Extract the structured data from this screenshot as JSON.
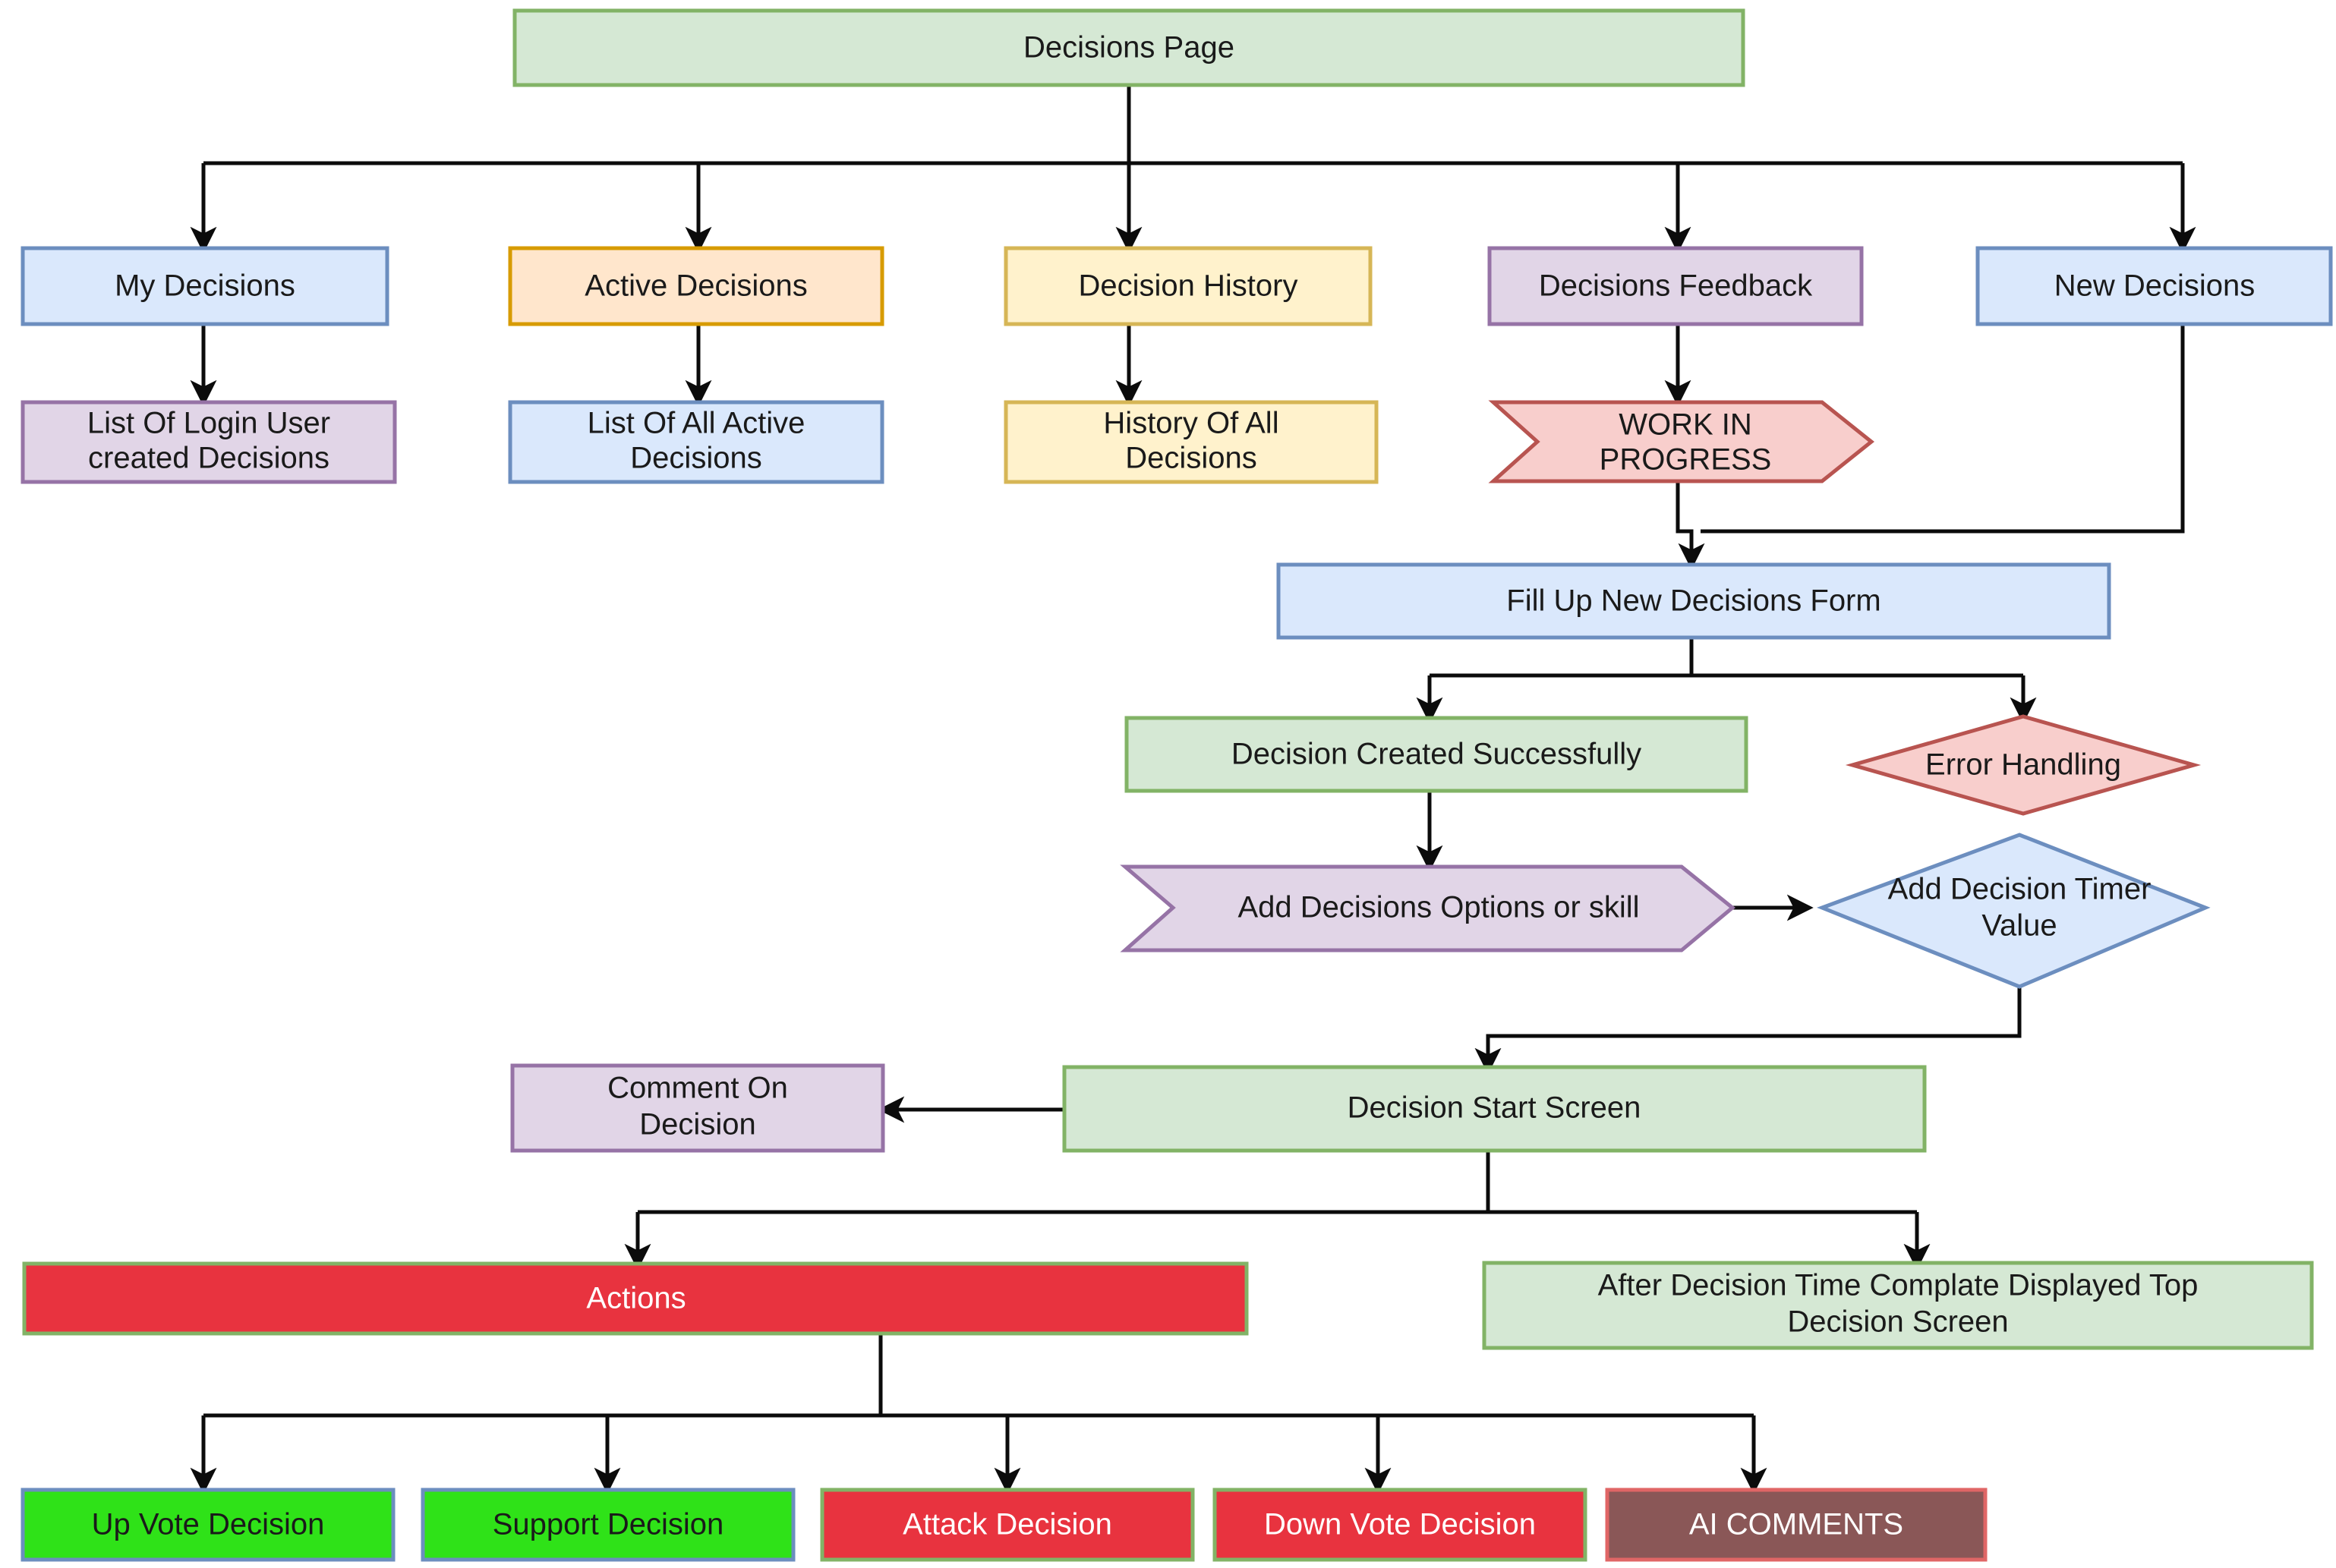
{
  "diagram": {
    "title": "Decisions Page Flowchart",
    "background": "#ffffff",
    "edge_color": "#0b0b0b",
    "palette": {
      "green_fill": "#d5e8d4",
      "green_stroke": "#82b366",
      "blue_fill": "#dae8fc",
      "blue_stroke": "#6c8ebf",
      "orange_fill": "#ffe6cc",
      "orange_stroke": "#d79b00",
      "yellow_fill": "#fff2cc",
      "yellow_stroke": "#d6b656",
      "purple_fill": "#e1d5e7",
      "purple_stroke": "#9673a6",
      "red_fill": "#f8cecc",
      "red_stroke": "#b85450",
      "bright_red_fill": "#e8333f",
      "bright_green_fill": "#2fe218",
      "maroon_fill": "#8a5757",
      "maroon_stroke": "#e06666"
    }
  },
  "nodes": {
    "decisions_page": {
      "label": "Decisions Page",
      "shape": "rect",
      "fill": "#d5e8d4",
      "stroke": "#82b366",
      "text_color": "#1a1a1a"
    },
    "my_decisions": {
      "label": "My Decisions",
      "shape": "rect",
      "fill": "#dae8fc",
      "stroke": "#6c8ebf",
      "text_color": "#1a1a1a"
    },
    "active_decisions": {
      "label": "Active Decisions",
      "shape": "rect",
      "fill": "#ffe6cc",
      "stroke": "#d79b00",
      "text_color": "#1a1a1a"
    },
    "decision_history": {
      "label": "Decision History",
      "shape": "rect",
      "fill": "#fff2cc",
      "stroke": "#d6b656",
      "text_color": "#1a1a1a"
    },
    "decisions_feedback": {
      "label": "Decisions Feedback",
      "shape": "rect",
      "fill": "#e1d5e7",
      "stroke": "#9673a6",
      "text_color": "#1a1a1a"
    },
    "new_decisions": {
      "label": "New Decisions",
      "shape": "rect",
      "fill": "#dae8fc",
      "stroke": "#6c8ebf",
      "text_color": "#1a1a1a"
    },
    "list_login_user": {
      "label_lines": [
        "List Of Login User",
        "created Decisions"
      ],
      "shape": "rect",
      "fill": "#e1d5e7",
      "stroke": "#9673a6",
      "text_color": "#1a1a1a"
    },
    "list_all_active": {
      "label_lines": [
        "List Of All Active",
        "Decisions"
      ],
      "shape": "rect",
      "fill": "#dae8fc",
      "stroke": "#6c8ebf",
      "text_color": "#1a1a1a"
    },
    "history_all": {
      "label_lines": [
        "History Of All",
        "Decisions"
      ],
      "shape": "rect",
      "fill": "#fff2cc",
      "stroke": "#d6b656",
      "text_color": "#1a1a1a"
    },
    "work_in_progress": {
      "label_lines": [
        "WORK IN",
        "PROGRESS"
      ],
      "shape": "chevron",
      "fill": "#f8cecc",
      "stroke": "#b85450",
      "text_color": "#1a1a1a"
    },
    "fill_form": {
      "label": "Fill Up New Decisions Form",
      "shape": "rect",
      "fill": "#dae8fc",
      "stroke": "#6c8ebf",
      "text_color": "#1a1a1a"
    },
    "decision_created": {
      "label": "Decision Created Successfully",
      "shape": "rect",
      "fill": "#d5e8d4",
      "stroke": "#82b366",
      "text_color": "#1a1a1a"
    },
    "error_handling": {
      "label": "Error Handling",
      "shape": "diamond",
      "fill": "#f8cecc",
      "stroke": "#b85450",
      "text_color": "#1a1a1a"
    },
    "add_options": {
      "label": "Add Decisions Options or skill",
      "shape": "chevron",
      "fill": "#e1d5e7",
      "stroke": "#9673a6",
      "text_color": "#1a1a1a"
    },
    "add_timer": {
      "label_lines": [
        "Add Decision Timer",
        "Value"
      ],
      "shape": "diamond",
      "fill": "#dae8fc",
      "stroke": "#6c8ebf",
      "text_color": "#1a1a1a"
    },
    "decision_start": {
      "label": "Decision Start Screen",
      "shape": "rect",
      "fill": "#d5e8d4",
      "stroke": "#82b366",
      "text_color": "#1a1a1a"
    },
    "comment_on": {
      "label_lines": [
        "Comment On",
        "Decision"
      ],
      "shape": "rect",
      "fill": "#e1d5e7",
      "stroke": "#9673a6",
      "text_color": "#1a1a1a"
    },
    "actions": {
      "label": "Actions",
      "shape": "rect",
      "fill": "#e8333f",
      "stroke": "#82b366",
      "text_color": "#ffffff"
    },
    "after_time": {
      "label_lines": [
        "After Decision Time Complate Displayed Top",
        "Decision Screen"
      ],
      "shape": "rect",
      "fill": "#d5e8d4",
      "stroke": "#82b366",
      "text_color": "#1a1a1a"
    },
    "up_vote": {
      "label": "Up Vote Decision",
      "shape": "rect",
      "fill": "#2fe218",
      "stroke": "#6c8ebf",
      "text_color": "#1a1a1a"
    },
    "support": {
      "label": "Support Decision",
      "shape": "rect",
      "fill": "#2fe218",
      "stroke": "#6c8ebf",
      "text_color": "#1a1a1a"
    },
    "attack": {
      "label": "Attack Decision",
      "shape": "rect",
      "fill": "#e8333f",
      "stroke": "#82b366",
      "text_color": "#ffffff"
    },
    "down_vote": {
      "label": "Down Vote Decision",
      "shape": "rect",
      "fill": "#e8333f",
      "stroke": "#82b366",
      "text_color": "#ffffff"
    },
    "ai_comments": {
      "label": "AI COMMENTS",
      "shape": "rect",
      "fill": "#8a5757",
      "stroke": "#e06666",
      "text_color": "#ffffff"
    }
  },
  "edges": [
    {
      "from": "decisions_page",
      "to": "my_decisions"
    },
    {
      "from": "decisions_page",
      "to": "active_decisions"
    },
    {
      "from": "decisions_page",
      "to": "decision_history"
    },
    {
      "from": "decisions_page",
      "to": "decisions_feedback"
    },
    {
      "from": "decisions_page",
      "to": "new_decisions"
    },
    {
      "from": "my_decisions",
      "to": "list_login_user"
    },
    {
      "from": "active_decisions",
      "to": "list_all_active"
    },
    {
      "from": "decision_history",
      "to": "history_all"
    },
    {
      "from": "decisions_feedback",
      "to": "work_in_progress"
    },
    {
      "from": "work_in_progress",
      "to": "fill_form"
    },
    {
      "from": "new_decisions",
      "to": "fill_form"
    },
    {
      "from": "fill_form",
      "to": "decision_created"
    },
    {
      "from": "fill_form",
      "to": "error_handling"
    },
    {
      "from": "decision_created",
      "to": "add_options"
    },
    {
      "from": "add_options",
      "to": "add_timer"
    },
    {
      "from": "add_timer",
      "to": "decision_start"
    },
    {
      "from": "decision_start",
      "to": "comment_on"
    },
    {
      "from": "decision_start",
      "to": "actions"
    },
    {
      "from": "decision_start",
      "to": "after_time"
    },
    {
      "from": "actions",
      "to": "up_vote"
    },
    {
      "from": "actions",
      "to": "support"
    },
    {
      "from": "actions",
      "to": "attack"
    },
    {
      "from": "actions",
      "to": "down_vote"
    },
    {
      "from": "actions",
      "to": "ai_comments"
    }
  ]
}
